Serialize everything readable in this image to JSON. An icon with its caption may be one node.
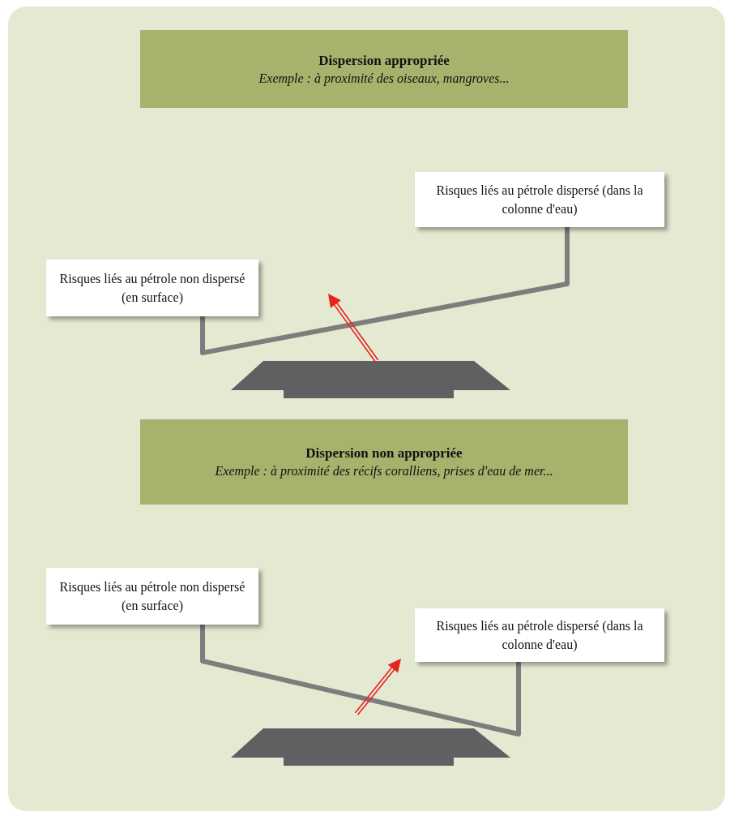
{
  "diagram": {
    "nodes": [
      {
        "text": [
          "Dispersion appropriée",
          "Exemple : à proximité des oiseaux, mangroves..."
        ]
      },
      {
        "text": [
          "Risques liés au pétrole dispersé (dans la colonne d'eau)"
        ]
      },
      {
        "text": [
          "Risques liés au pétrole non dispersé (en surface)"
        ]
      },
      {
        "text": [
          "Dispersion non appropriée",
          "Exemple : à proximité des récifs coralliens, prises d'eau de mer..."
        ]
      },
      {
        "text": [
          "Risques liés au pétrole non dispersé (en surface)"
        ]
      },
      {
        "text": [
          "Risques liés au pétrole dispersé (dans la colonne d'eau)"
        ]
      }
    ],
    "edges": [
      {
        "from": 2,
        "to": 1,
        "arrow": "none"
      },
      {
        "from": 4,
        "to": 5,
        "arrow": "none"
      }
    ]
  }
}
